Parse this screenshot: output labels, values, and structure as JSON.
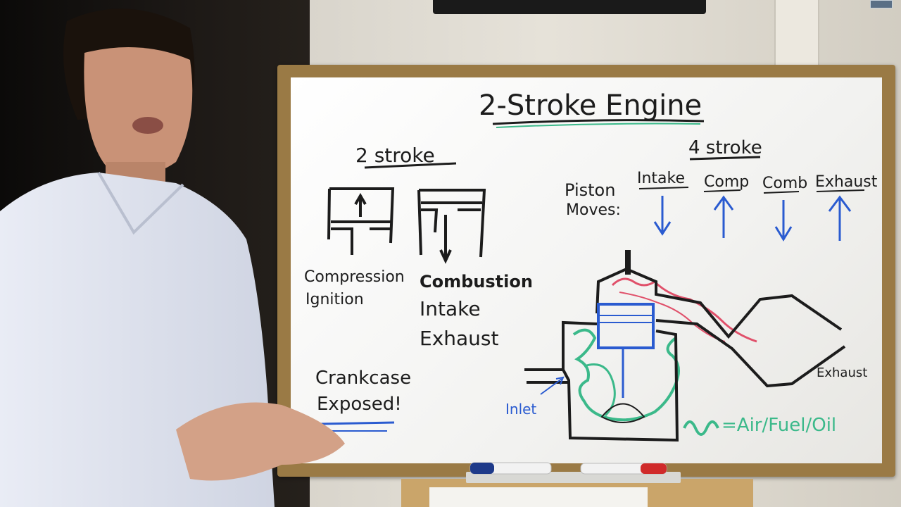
{
  "whiteboard": {
    "title": "2-Stroke Engine",
    "left_heading": "2 stroke",
    "diagram_left_caption_1": "Compression",
    "diagram_left_caption_2": "Ignition",
    "diagram_right_caption_1": "Combustion",
    "diagram_right_caption_2": "Intake",
    "diagram_right_caption_3": "Exhaust",
    "note_1": "Crankcase",
    "note_2": "Exposed!",
    "right_heading": "4 stroke",
    "piston_label_1": "Piston",
    "piston_label_2": "Moves:",
    "strokes": [
      "Intake",
      "Comp",
      "Comb",
      "Exhaust"
    ],
    "inlet_label": "Inlet",
    "exhaust_label": "Exhaust",
    "legend_text": "=Air/Fuel/Oil"
  },
  "colors": {
    "ink_black": "#1c1c1c",
    "ink_blue": "#2a5bd0",
    "ink_green": "#3bb98a",
    "ink_red": "#e0506a",
    "board_frame": "#9a7a45"
  }
}
